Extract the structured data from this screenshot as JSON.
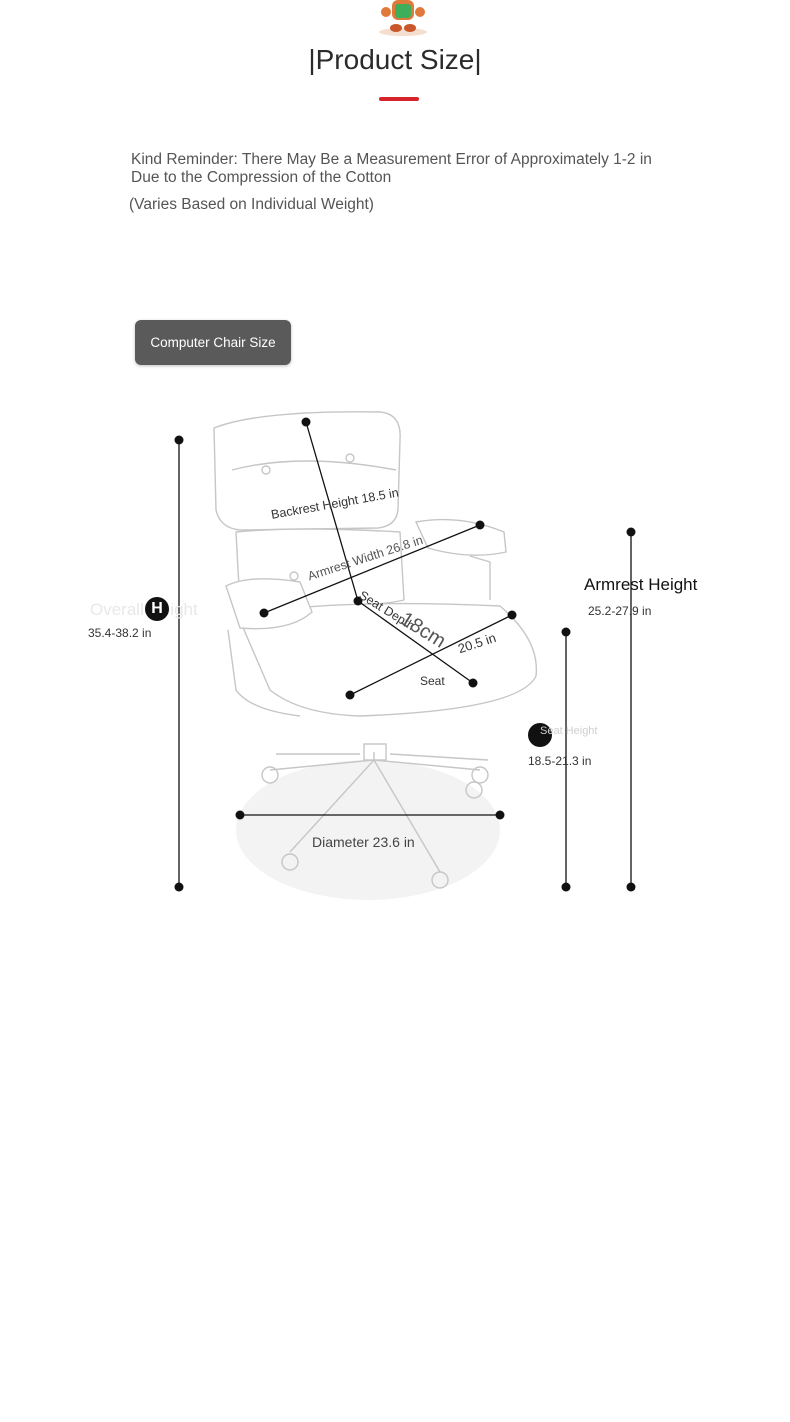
{
  "header": {
    "title": "|Product Size|",
    "accent_color": "#d9232b"
  },
  "reminder": {
    "text": "Kind Reminder: There May Be a Measurement Error of Approximately 1-2 in Due to the Compression of the Cotton",
    "note": "(Varies Based on Individual Weight)"
  },
  "tag": {
    "label": "Computer Chair Size"
  },
  "diagram": {
    "icon": "office-chair",
    "armrest_height": {
      "label": "Armrest Height",
      "value": "25.2-27.9 in"
    },
    "overall_height": {
      "badge": "H",
      "label": "Overall Height",
      "value": "35.4-38.2 in"
    },
    "seat_height": {
      "label": "Seat Height",
      "value": "18.5-21.3 in"
    },
    "diameter": "Diameter 23.6 in",
    "backrest_height": "Backrest Height 18.5 in",
    "armrest_width": "Armrest Width 26.8 in",
    "seat_depth": "Seat Depth",
    "seat_depth_cm": "18cm",
    "seat_width": "20.5 in",
    "seat_label": "Seat"
  }
}
